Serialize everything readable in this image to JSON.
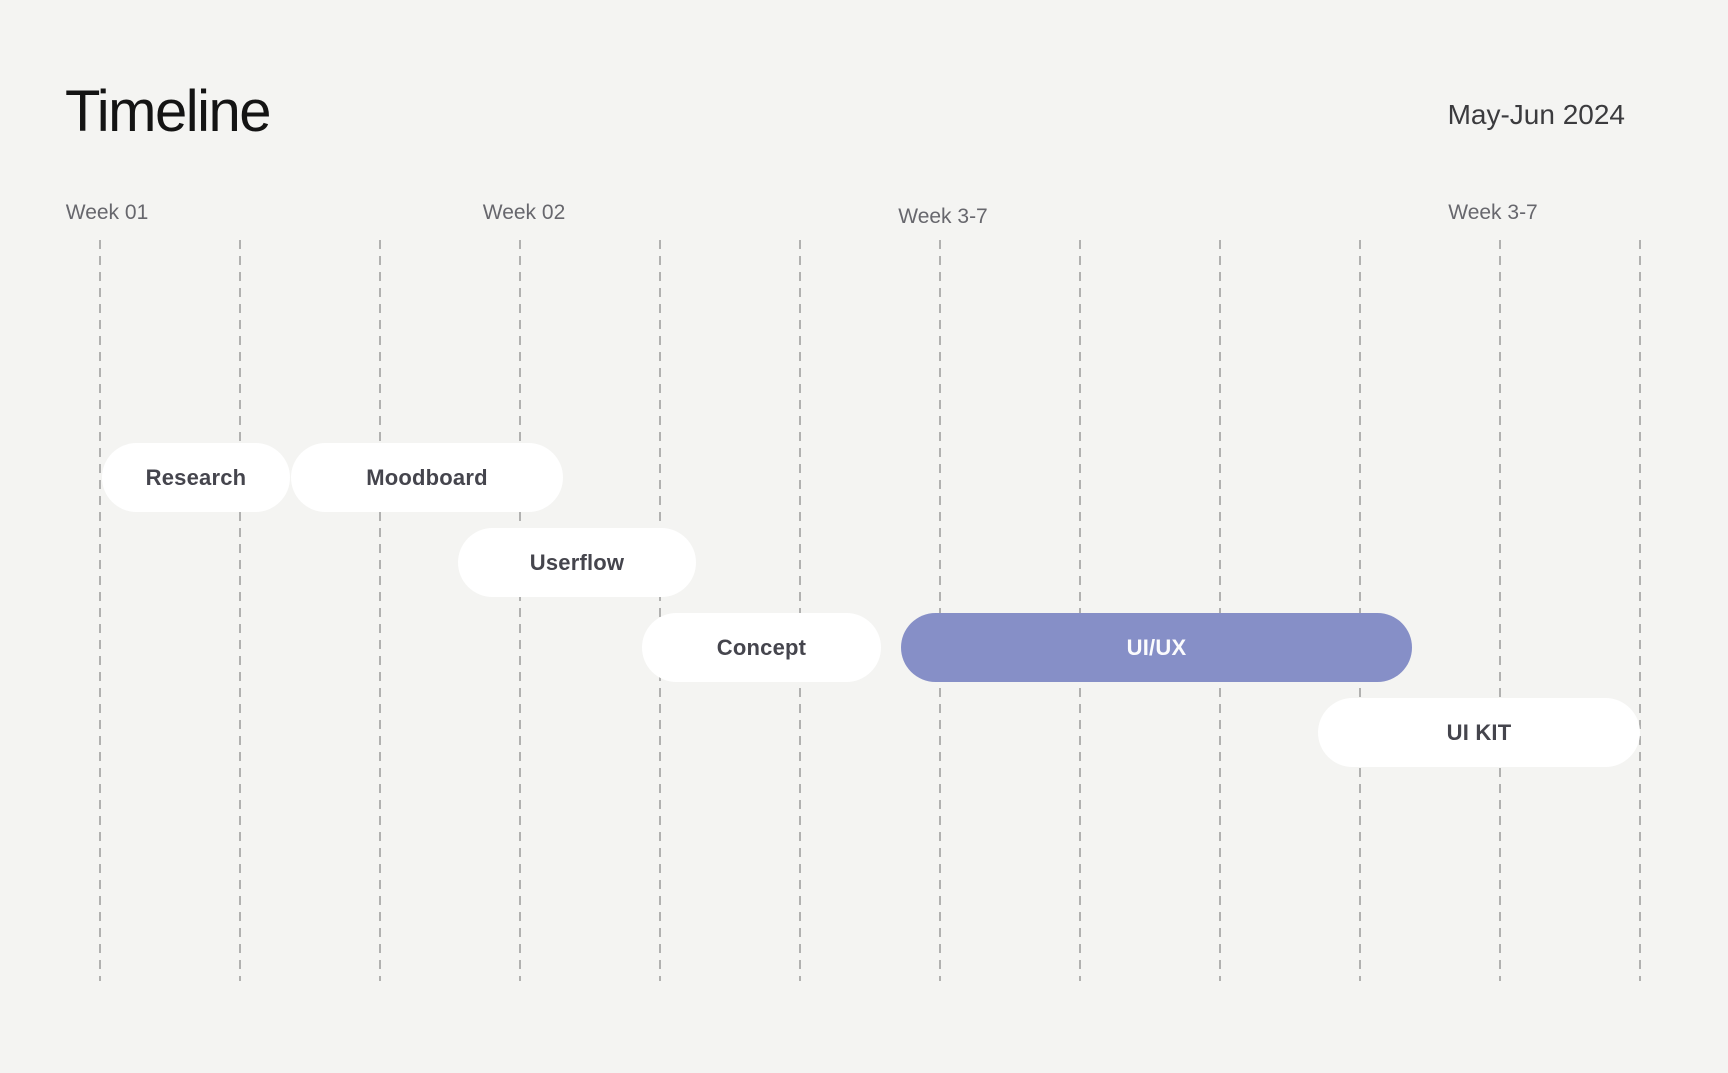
{
  "page": {
    "title": "Timeline",
    "date_range": "May-Jun 2024",
    "background_color": "#f4f4f2",
    "accent_color": "#868fc7"
  },
  "grid": {
    "week_labels": [
      "Week 01",
      "Week 02",
      "Week 3-7",
      "Week 3-7"
    ],
    "gridline_count": 12,
    "gridline_style": "vertical dashed",
    "gridline_color": "#b1b1b0"
  },
  "chart_data": {
    "type": "bar",
    "subtype": "gantt-timeline",
    "title": "Timeline",
    "period": "May-Jun 2024",
    "columns": [
      "Week 01",
      "Week 02",
      "Week 3-7",
      "Week 3-7"
    ],
    "column_gridline_index": [
      0,
      3,
      6,
      10
    ],
    "axis_note": "positions measured in gridline units 0-11, 12 dashed vertical gridlines evenly spaced",
    "legend": "none",
    "tasks": [
      {
        "label": "Research",
        "row": 1,
        "start": 0.0,
        "end": 1.35,
        "fill": "#ffffff",
        "text_color": "#45454d",
        "highlighted": false
      },
      {
        "label": "Moodboard",
        "row": 1,
        "start": 1.35,
        "end": 3.3,
        "fill": "#ffffff",
        "text_color": "#45454d",
        "highlighted": false
      },
      {
        "label": "Userflow",
        "row": 2,
        "start": 2.55,
        "end": 4.25,
        "fill": "#ffffff",
        "text_color": "#45454d",
        "highlighted": false
      },
      {
        "label": "Concept",
        "row": 3,
        "start": 3.85,
        "end": 5.6,
        "fill": "#ffffff",
        "text_color": "#45454d",
        "highlighted": false
      },
      {
        "label": "UI/UX",
        "row": 3,
        "start": 5.7,
        "end": 9.4,
        "fill": "#868fc7",
        "text_color": "#fbfbfd",
        "highlighted": true
      },
      {
        "label": "UI KIT",
        "row": 4,
        "start": 8.7,
        "end": 11.0,
        "fill": "#ffffff",
        "text_color": "#45454d",
        "highlighted": false
      }
    ]
  }
}
